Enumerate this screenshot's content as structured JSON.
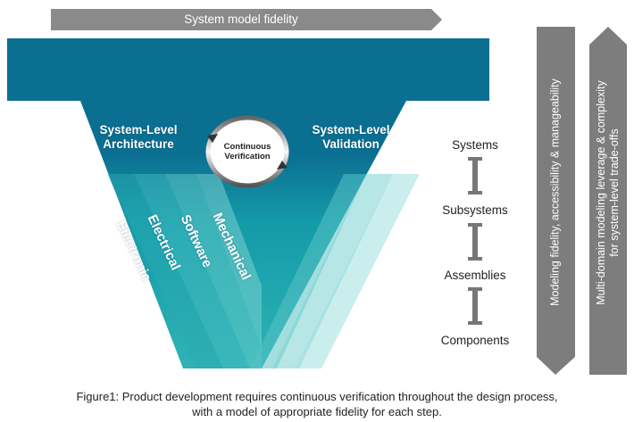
{
  "top_arrow": {
    "label": "System model fidelity",
    "color": "#8a8a8a"
  },
  "v_diagram": {
    "left_label": [
      "System-Level",
      "Architecture"
    ],
    "right_label": [
      "System-Level",
      "Validation"
    ],
    "center_label": [
      "Continuous",
      "Verification"
    ],
    "domains": [
      "Electronic",
      "Electrical",
      "Software",
      "Mechanical"
    ],
    "colors": {
      "dark": "#0a6d8f",
      "mid": "#1596a6",
      "light": "#5cc9c9"
    }
  },
  "levels": [
    "Systems",
    "Subsystems",
    "Assemblies",
    "Components"
  ],
  "side_arrows": {
    "down_label": "Modeling fidelity, accessibility & manageability",
    "up_label": [
      "Multi-domain modeling leverage & complexity",
      "for system-level trade-offs"
    ],
    "color": "#7d7d7d"
  },
  "caption": [
    "Figure1: Product development requires continuous verification throughout the design process,",
    "with a model of appropriate fidelity for each step."
  ]
}
